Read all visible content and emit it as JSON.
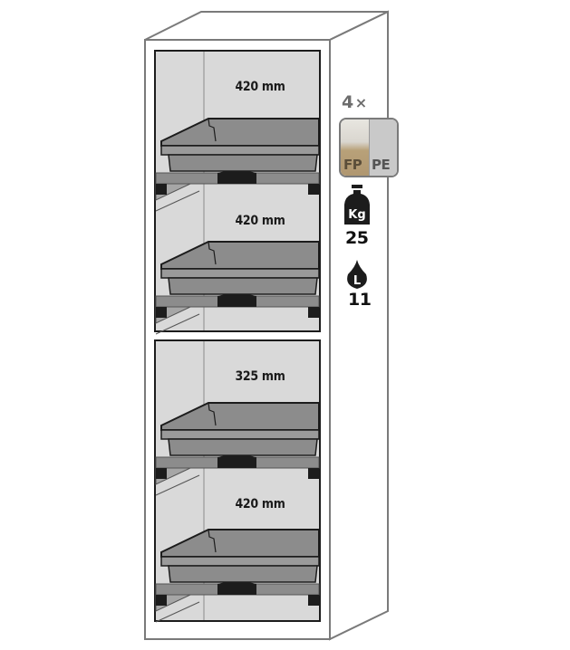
{
  "cabinet": {
    "description": "Safety storage cabinet with 4 pull-out shelves and trays",
    "shelves": [
      {
        "clearance": "420 mm"
      },
      {
        "clearance": "420 mm"
      },
      {
        "clearance": "325 mm"
      },
      {
        "clearance": "420 mm"
      }
    ]
  },
  "specs": {
    "quantity": "4",
    "quantity_suffix": "×",
    "material_badge": {
      "left": "FP",
      "right": "PE"
    },
    "load_icon": "weight-icon",
    "load_icon_label": "Kg",
    "load_value": "25",
    "volume_icon": "drop-icon",
    "volume_icon_label": "L",
    "volume_value": "11"
  },
  "colors": {
    "outline": "#7a7a7a",
    "interior": "#d9d9d9",
    "tray": "#8c8c8c",
    "dark": "#1c1c1c",
    "fp_gold": "#b09770",
    "pe_gray": "#c9c9c9"
  }
}
